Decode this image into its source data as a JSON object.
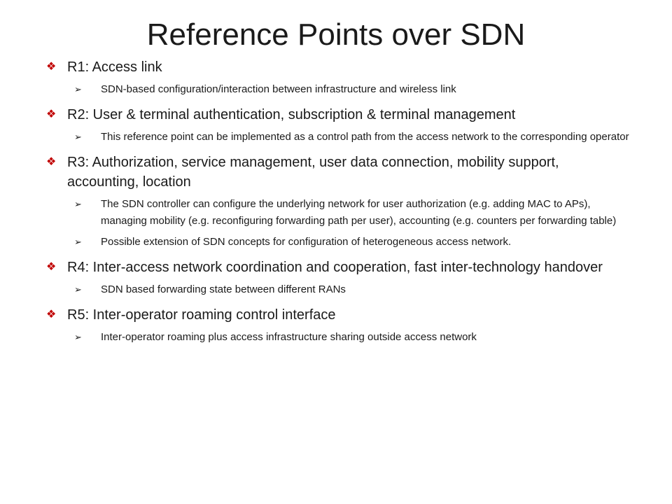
{
  "slide": {
    "title": "Reference Points over SDN",
    "items": [
      {
        "text": "R1: Access link",
        "subitems": [
          "SDN-based configuration/interaction between infrastructure and wireless link"
        ]
      },
      {
        "text": "R2: User & terminal authentication, subscription & terminal management",
        "subitems": [
          "This reference point can be implemented as a control path from the access network to the corresponding operator"
        ]
      },
      {
        "text": "R3: Authorization, service management, user data connection, mobility support, accounting, location",
        "subitems": [
          "The SDN controller can configure the underlying network for user authorization (e.g. adding MAC to APs), managing mobility (e.g. reconfiguring forwarding path per user), accounting (e.g. counters per forwarding table)",
          "Possible extension of SDN concepts for configuration of heterogeneous access network."
        ]
      },
      {
        "text": "R4: Inter-access network coordination and cooperation, fast inter-technology handover",
        "subitems": [
          "SDN based forwarding state between different RANs"
        ]
      },
      {
        "text": "R5: Inter-operator roaming control interface",
        "subitems": [
          "Inter-operator roaming plus access infrastructure sharing outside access network"
        ]
      }
    ]
  },
  "icons": {
    "level1_bullet": "diamond-bullet-icon",
    "level2_bullet": "arrowhead-bullet-icon"
  },
  "colors": {
    "level1_bullet": "#c00000",
    "text": "#1a1a1a",
    "background": "#ffffff"
  }
}
